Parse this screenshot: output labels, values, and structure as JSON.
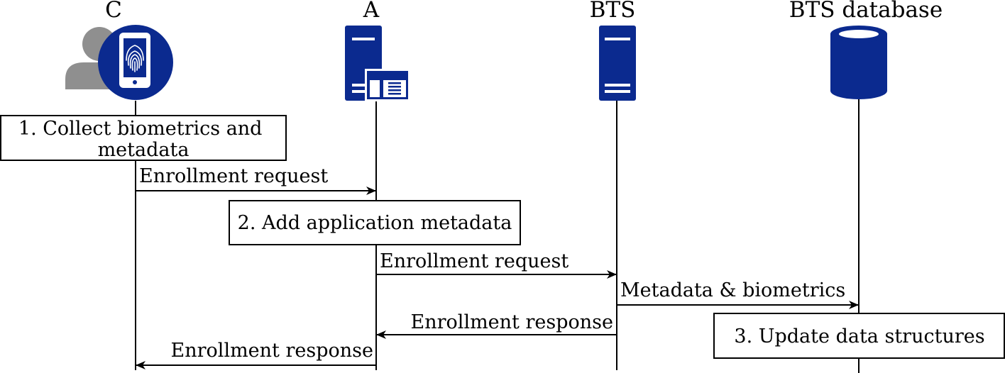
{
  "participants": {
    "c": "C",
    "a": "A",
    "bts": "BTS",
    "db": "BTS database"
  },
  "steps": {
    "collect_line1": "1. Collect biometrics and",
    "collect_line2": "metadata",
    "add_app": "2. Add application metadata",
    "update": "3. Update data structures"
  },
  "messages": {
    "enroll_req_1": "Enrollment request",
    "enroll_req_2": "Enrollment request",
    "meta_bio": "Metadata & biometrics",
    "enroll_resp_1": "Enrollment response",
    "enroll_resp_2": "Enrollment response"
  },
  "icons": {
    "c": [
      "user-silhouette-icon",
      "smartphone-fingerprint-icon"
    ],
    "a": "application-server-icon",
    "bts": "server-icon",
    "db": "database-icon"
  },
  "colors": {
    "icon_blue": "#0b2a8f",
    "person_gray": "#8f8f8f",
    "line": "#000000"
  }
}
